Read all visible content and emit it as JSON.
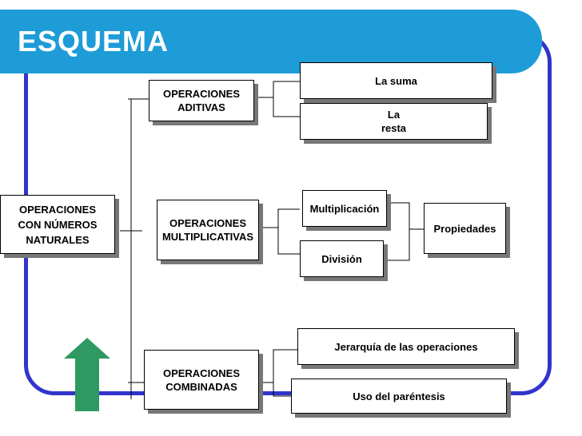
{
  "slide": {
    "title": "ESQUEMA",
    "colors": {
      "banner": "#1e9cd7",
      "frame": "#3333cc",
      "arrow": "#2e9960",
      "title_text": "#ffffff"
    }
  },
  "diagram": {
    "root": "OPERACIONES\nCON NÚMEROS\nNATURALES",
    "branches": [
      {
        "label": "OPERACIONES\nADITIVAS",
        "children": [
          "La suma",
          "La\nresta"
        ]
      },
      {
        "label": "OPERACIONES\nMULTIPLICATIVAS",
        "children": [
          "Multiplicación",
          "División"
        ],
        "extra": "Propiedades"
      },
      {
        "label": "OPERACIONES\nCOMBINADAS",
        "children": [
          "Jerarquía de las operaciones",
          "Uso del paréntesis"
        ]
      }
    ]
  },
  "decor": {
    "arrow_icon": "up-arrow-icon"
  }
}
